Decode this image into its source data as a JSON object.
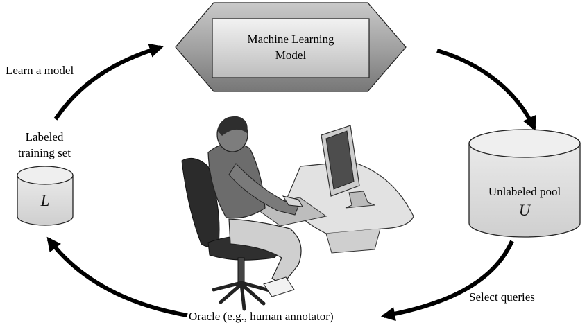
{
  "model": {
    "line1": "Machine Learning",
    "line2": "Model"
  },
  "labeled_set": {
    "caption_line1": "Labeled",
    "caption_line2": "training set",
    "symbol": "L"
  },
  "unlabeled_pool": {
    "caption": "Unlabeled pool",
    "symbol": "U"
  },
  "arrows": {
    "learn": "Learn a model",
    "select": "Select queries"
  },
  "oracle": {
    "caption": "Oracle (e.g., human annotator)"
  },
  "colors": {
    "arrow": "#000000",
    "hexagon_fill": "#9a9a9a",
    "panel_fill": "#d9d9d9",
    "cylinder_fill": "#dedede",
    "figure_fill": "#6a6a6a"
  }
}
